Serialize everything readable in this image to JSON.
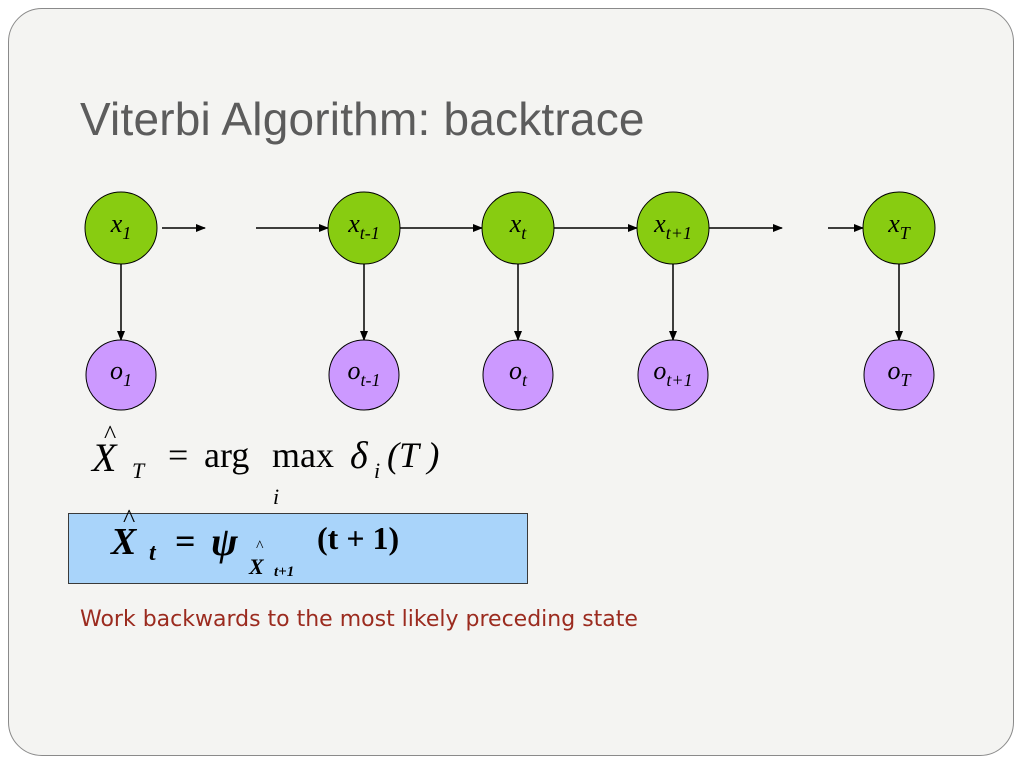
{
  "title": "Viterbi Algorithm: backtrace",
  "diagram": {
    "states": [
      {
        "id": "x1",
        "base": "x",
        "sub": "1"
      },
      {
        "id": "x_tm1",
        "base": "x",
        "sub": "t-1"
      },
      {
        "id": "x_t",
        "base": "x",
        "sub": "t"
      },
      {
        "id": "x_tp1",
        "base": "x",
        "sub": "t+1"
      },
      {
        "id": "x_T",
        "base": "x",
        "sub": "T"
      }
    ],
    "observations": [
      {
        "id": "o1",
        "base": "o",
        "sub": "1"
      },
      {
        "id": "o_tm1",
        "base": "o",
        "sub": "t-1"
      },
      {
        "id": "o_t",
        "base": "o",
        "sub": "t"
      },
      {
        "id": "o_tp1",
        "base": "o",
        "sub": "t+1"
      },
      {
        "id": "o_T",
        "base": "o",
        "sub": "T"
      }
    ],
    "colors": {
      "state_fill": "#88cc11",
      "observation_fill": "#cc99ff",
      "stroke": "#000000"
    }
  },
  "formula1": {
    "lhs_base": "X",
    "lhs_hat": "^",
    "lhs_sub": "T",
    "equals": "=",
    "arg": "arg",
    "max": "max",
    "max_sub": "i",
    "delta": "δ",
    "delta_sub": "i",
    "arg_paren": "(T )"
  },
  "formula2": {
    "lhs_base": "X",
    "lhs_hat": "^",
    "lhs_sub": "t",
    "equals": "=",
    "psi": "ψ",
    "psi_sub_hat": "^",
    "psi_sub_base": "X",
    "psi_sub_sub": "t+1",
    "arg_paren": "(t + 1)",
    "box_color": "#a9d4fa"
  },
  "caption": "Work backwards to the most likely preceding state"
}
